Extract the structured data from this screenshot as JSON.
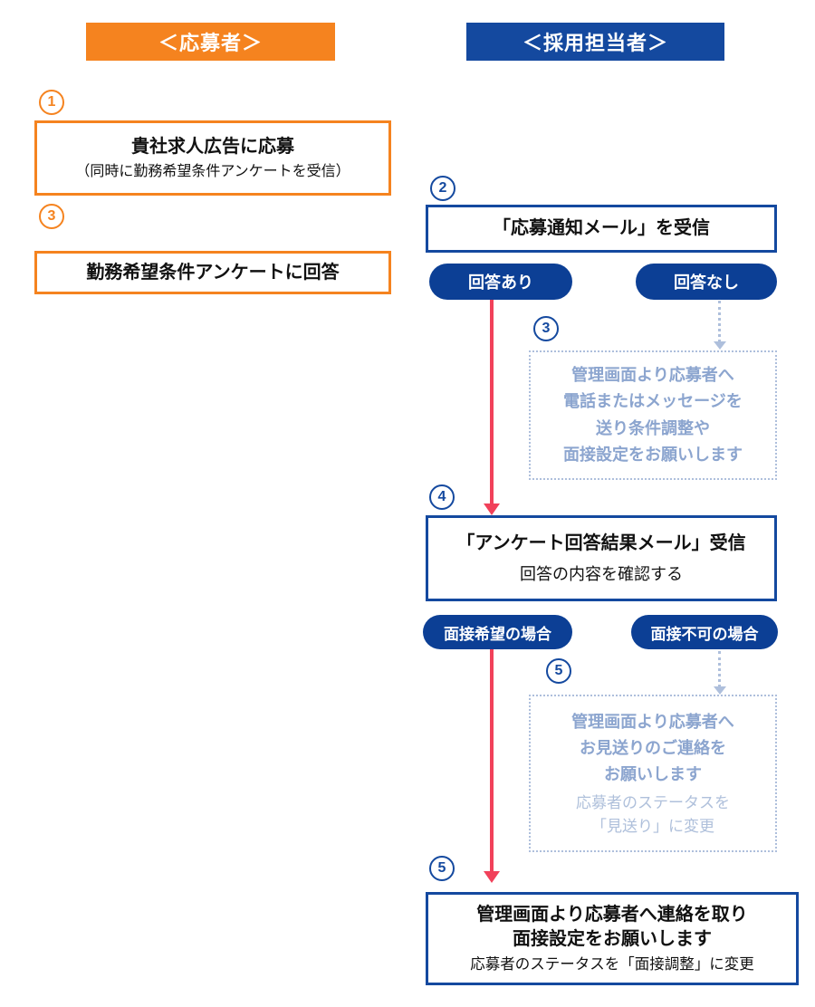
{
  "colors": {
    "orange": "#F5831F",
    "blue": "#14499F",
    "pill": "#0C3F95",
    "red": "#F1415A",
    "dashed": "#AEBFDC",
    "dashedText": "#8CA5CF",
    "dashedTextLight": "#AFC0DB"
  },
  "headers": {
    "applicant": "＜応募者＞",
    "recruiter": "＜採用担当者＞"
  },
  "applicant": {
    "step1": {
      "num": "1",
      "title": "貴社求人広告に応募",
      "subtitle": "（同時に勤務希望条件アンケートを受信）"
    },
    "step3": {
      "num": "3",
      "title": "勤務希望条件アンケートに回答"
    }
  },
  "recruiter": {
    "step2": {
      "num": "2",
      "title": "「応募通知メール」を受信"
    },
    "branch1": {
      "yes": "回答あり",
      "no": "回答なし"
    },
    "step3": {
      "num": "3",
      "lines": [
        "管理画面より応募者へ",
        "電話またはメッセージを",
        "送り条件調整や",
        "面接設定をお願いします"
      ]
    },
    "step4": {
      "num": "4",
      "title": "「アンケート回答結果メール」受信",
      "subtitle": "回答の内容を確認する"
    },
    "branch2": {
      "yes": "面接希望の場合",
      "no": "面接不可の場合"
    },
    "step5a": {
      "num": "5",
      "lines": [
        "管理画面より応募者へ",
        "お見送りのご連絡を",
        "お願いします"
      ],
      "sublines": [
        "応募者のステータスを",
        "「見送り」に変更"
      ]
    },
    "step5b": {
      "num": "5",
      "lines": [
        "管理画面より応募者へ連絡を取り",
        "面接設定をお願いします"
      ],
      "subtitle": "応募者のステータスを「面接調整」に変更"
    }
  }
}
